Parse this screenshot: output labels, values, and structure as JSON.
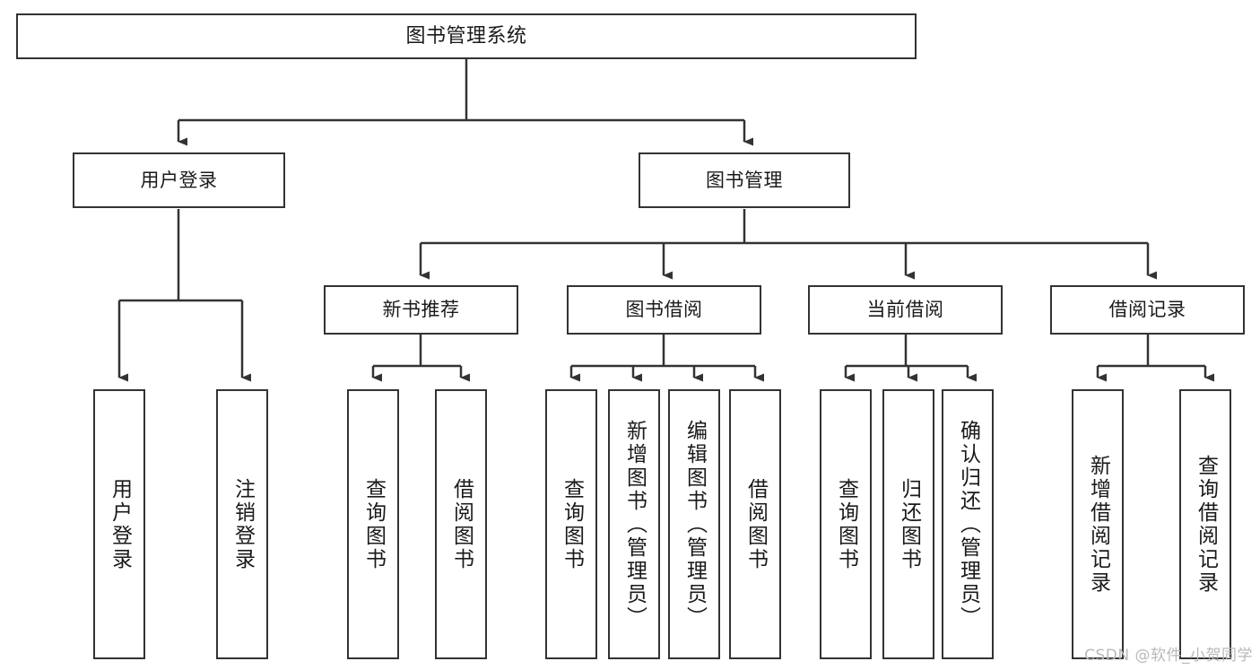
{
  "diagram": {
    "type": "tree",
    "title": "图书管理系统",
    "watermark": "CSDN @软件_小贺同学",
    "colors": {
      "border": "#333333",
      "background": "#ffffff",
      "text": "#1a1a1a",
      "connector": "#333333",
      "watermark": "#b9b9b9"
    },
    "root": {
      "label": "图书管理系统"
    },
    "level2": [
      {
        "label": "用户登录"
      },
      {
        "label": "图书管理"
      }
    ],
    "level3": [
      {
        "label": "新书推荐"
      },
      {
        "label": "图书借阅"
      },
      {
        "label": "当前借阅"
      },
      {
        "label": "借阅记录"
      }
    ],
    "leaves": {
      "user_login": [
        {
          "label": "用户登录"
        },
        {
          "label": "注销登录"
        }
      ],
      "new_book_recommend": [
        {
          "label": "查询图书"
        },
        {
          "label": "借阅图书"
        }
      ],
      "book_borrow": [
        {
          "label": "查询图书"
        },
        {
          "label": "新增图书（管理员）"
        },
        {
          "label": "编辑图书（管理员）"
        },
        {
          "label": "借阅图书"
        }
      ],
      "current_borrow": [
        {
          "label": "查询图书"
        },
        {
          "label": "归还图书"
        },
        {
          "label": "确认归还（管理员）"
        }
      ],
      "borrow_record": [
        {
          "label": "新增借阅记录"
        },
        {
          "label": "查询借阅记录"
        }
      ]
    }
  }
}
